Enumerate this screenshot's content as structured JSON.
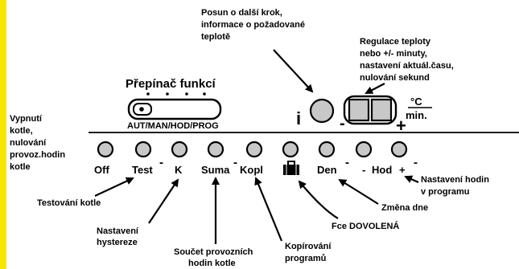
{
  "colors": {
    "frame_left": "#f7e600",
    "button_fill": "#c8c8c8",
    "ink": "#000000"
  },
  "switch": {
    "title": "Přepínač funkcí",
    "modes": "AUT/MAN/HOD/PROG"
  },
  "top": {
    "posun_lines": [
      "Posun o další krok,",
      "informace o požadované",
      "teplotě"
    ],
    "regulace_lines": [
      "Regulace teploty",
      "nebo +/- minuty,",
      "nastavení aktuál.času,",
      "nulování sekund"
    ],
    "i_label": "i",
    "unit_top": "°C",
    "unit_bottom": "min.",
    "minus": "-",
    "plus": "+"
  },
  "left_note_lines": [
    "Vypnutí",
    "kotle,",
    "nulování",
    "provoz.hodin",
    "kotle"
  ],
  "keys": {
    "off": "Off",
    "test": "Test",
    "minus1": "-",
    "k": "K",
    "suma": "Suma",
    "minus2": "-",
    "kopl": "Kopl",
    "den": "Den",
    "minus3": "-",
    "minus4": "-",
    "hod": "Hod",
    "plus": "+",
    "minus5": "-"
  },
  "callouts": {
    "testovani": "Testování kotle",
    "nastaveni_hodin_lines": [
      "Nastavení hodin",
      "v programu"
    ],
    "zmena_dne": "Změna dne",
    "dovolena": "Fce DOVOLENÁ",
    "hystereze_lines": [
      "Nastavení",
      "hystereze"
    ],
    "soucet_lines": [
      "Součet provozních",
      "hodin kotle"
    ],
    "kopirovani_lines": [
      "Kopírování",
      "programů"
    ]
  },
  "icons": [
    "switch-knob-icon",
    "suitcase-icon",
    "arrow-icon"
  ]
}
